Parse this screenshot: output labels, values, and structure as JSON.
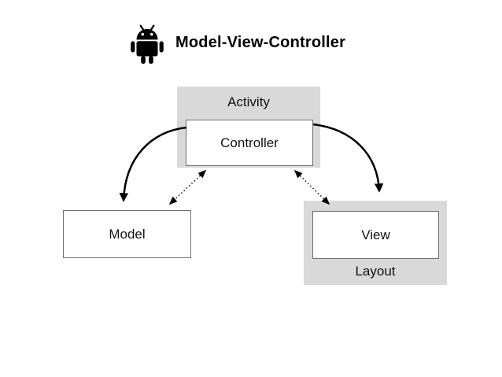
{
  "header": {
    "title": "Model-View-Controller",
    "icon": "android-icon"
  },
  "diagram": {
    "containers": {
      "activity": {
        "label": "Activity"
      },
      "layout": {
        "label": "Layout"
      }
    },
    "nodes": {
      "controller": {
        "label": "Controller"
      },
      "model": {
        "label": "Model"
      },
      "view": {
        "label": "View"
      }
    },
    "edges": [
      {
        "from": "controller",
        "to": "model",
        "style": "solid-curve",
        "direction": "one-way"
      },
      {
        "from": "controller",
        "to": "view",
        "style": "solid-curve",
        "direction": "one-way"
      },
      {
        "from": "controller",
        "to": "model",
        "style": "dotted-line",
        "direction": "two-way"
      },
      {
        "from": "controller",
        "to": "view",
        "style": "dotted-line",
        "direction": "two-way"
      }
    ],
    "colors": {
      "container_fill": "#d9d9d9",
      "node_fill": "#ffffff",
      "node_border": "#6f6f6f",
      "arrow": "#000000",
      "text": "#111111",
      "icon": "#000000"
    }
  }
}
